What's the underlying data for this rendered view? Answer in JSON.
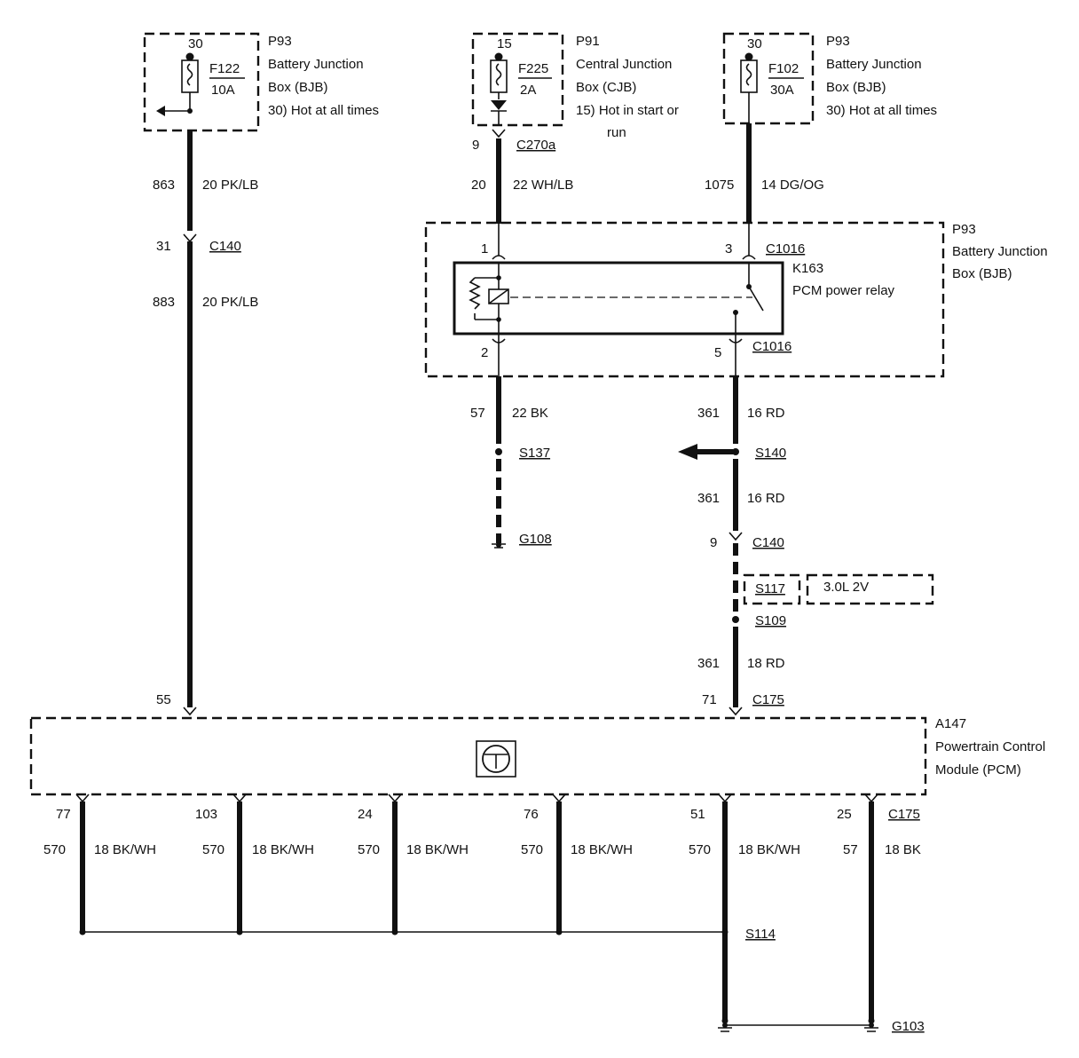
{
  "fuses": {
    "left": {
      "pin": "30",
      "id": "F122",
      "rating": "10A",
      "code": "P93",
      "line1": "Battery Junction",
      "line2": "Box (BJB)",
      "note": "30)  Hot at all times"
    },
    "center": {
      "pin": "15",
      "id": "F225",
      "rating": "2A",
      "code": "P91",
      "line1": "Central Junction",
      "line2": "Box (CJB)",
      "note": "15)  Hot in start or",
      "note2": "run"
    },
    "right": {
      "pin": "30",
      "id": "F102",
      "rating": "30A",
      "code": "P93",
      "line1": "Battery Junction",
      "line2": "Box (BJB)",
      "note": "30)  Hot at all times"
    }
  },
  "wires": {
    "w863a": {
      "circuit": "863",
      "spec": "20 PK/LB"
    },
    "w863b": {
      "circuit": "883",
      "spec": "20 PK/LB"
    },
    "w20": {
      "circuit": "20",
      "spec": "22 WH/LB"
    },
    "w1075": {
      "circuit": "1075",
      "spec": "14 DG/OG"
    },
    "w57": {
      "circuit": "57",
      "spec": "22 BK"
    },
    "w361a": {
      "circuit": "361",
      "spec": "16 RD"
    },
    "w361b": {
      "circuit": "361",
      "spec": "16 RD"
    },
    "w361c": {
      "circuit": "361",
      "spec": "18 RD"
    }
  },
  "connectors": {
    "c270a": {
      "pin": "9",
      "name": "C270a"
    },
    "c140_left": {
      "pin": "31",
      "name": "C140"
    },
    "c140_right": {
      "pin": "9",
      "name": "C140"
    },
    "c1016_1": {
      "pin": "1",
      "name": ""
    },
    "c1016_3": {
      "pin": "3",
      "name": "C1016"
    },
    "c1016_2": {
      "pin": "2",
      "name": ""
    },
    "c1016_5": {
      "pin": "5",
      "name": "C1016"
    },
    "c175_55": {
      "pin": "55",
      "name": ""
    },
    "c175_71": {
      "pin": "71",
      "name": "C175"
    }
  },
  "relay_box": {
    "code": "P93",
    "line1": "Battery Junction",
    "line2": "Box (BJB)",
    "relay_id": "K163",
    "relay_name": "PCM power relay"
  },
  "splices": {
    "s137": "S137",
    "s140": "S140",
    "s117": "S117",
    "s117_note": "3.0L 2V",
    "s109": "S109",
    "s114": "S114"
  },
  "grounds": {
    "g108": "G108",
    "g103": "G103"
  },
  "module": {
    "code": "A147",
    "line1": "Powertrain Control",
    "line2": "Module (PCM)",
    "icon": "pcm-module-icon"
  },
  "pcm_outputs": [
    {
      "pin": "77",
      "circuit": "570",
      "spec": "18 BK/WH"
    },
    {
      "pin": "103",
      "circuit": "570",
      "spec": "18 BK/WH"
    },
    {
      "pin": "24",
      "circuit": "570",
      "spec": "18 BK/WH"
    },
    {
      "pin": "76",
      "circuit": "570",
      "spec": "18 BK/WH"
    },
    {
      "pin": "51",
      "circuit": "570",
      "spec": "18 BK/WH"
    },
    {
      "pin": "25",
      "circuit": "57",
      "spec": "18 BK"
    }
  ],
  "pcm_out_connector": "C175"
}
